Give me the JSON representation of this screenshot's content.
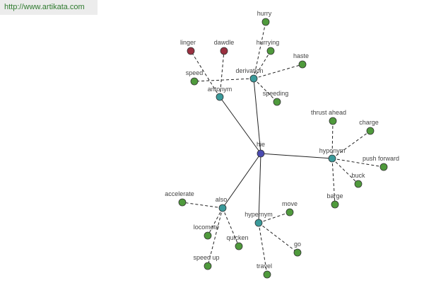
{
  "source_link": "http://www.artikata.com",
  "colors": {
    "center": "#4a4ab0",
    "relation": "#3a9a9a",
    "word": "#4f9a3c",
    "antonym_word": "#9a3040"
  },
  "graph": {
    "center": {
      "id": "hie",
      "label": "hie"
    },
    "relations": [
      {
        "id": "antonym",
        "label": "antonym"
      },
      {
        "id": "derivation",
        "label": "derivation"
      },
      {
        "id": "hyponym",
        "label": "hyponym"
      },
      {
        "id": "also",
        "label": "also"
      },
      {
        "id": "hypernym",
        "label": "hypernym"
      }
    ],
    "words": [
      {
        "id": "linger",
        "label": "linger",
        "relation": "antonym",
        "kind": "antonym_word"
      },
      {
        "id": "dawdle",
        "label": "dawdle",
        "relation": "antonym",
        "kind": "antonym_word"
      },
      {
        "id": "speed",
        "label": "speed",
        "relation": "derivation",
        "kind": "word"
      },
      {
        "id": "hurry",
        "label": "hurry",
        "relation": "derivation",
        "kind": "word"
      },
      {
        "id": "hurrying",
        "label": "hurrying",
        "relation": "derivation",
        "kind": "word"
      },
      {
        "id": "haste",
        "label": "haste",
        "relation": "derivation",
        "kind": "word"
      },
      {
        "id": "speeding",
        "label": "speeding",
        "relation": "derivation",
        "kind": "word"
      },
      {
        "id": "thrust_ahead",
        "label": "thrust ahead",
        "relation": "hyponym",
        "kind": "word"
      },
      {
        "id": "charge",
        "label": "charge",
        "relation": "hyponym",
        "kind": "word"
      },
      {
        "id": "push_forward",
        "label": "push forward",
        "relation": "hyponym",
        "kind": "word"
      },
      {
        "id": "buck",
        "label": "buck",
        "relation": "hyponym",
        "kind": "word"
      },
      {
        "id": "barge",
        "label": "barge",
        "relation": "hyponym",
        "kind": "word"
      },
      {
        "id": "accelerate",
        "label": "accelerate",
        "relation": "also",
        "kind": "word"
      },
      {
        "id": "locomote",
        "label": "locomote",
        "relation": "also",
        "kind": "word"
      },
      {
        "id": "quicken",
        "label": "quicken",
        "relation": "also",
        "kind": "word"
      },
      {
        "id": "speed_up",
        "label": "speed up",
        "relation": "also",
        "kind": "word"
      },
      {
        "id": "move",
        "label": "move",
        "relation": "hypernym",
        "kind": "word"
      },
      {
        "id": "go",
        "label": "go",
        "relation": "hypernym",
        "kind": "word"
      },
      {
        "id": "travel",
        "label": "travel",
        "relation": "hypernym",
        "kind": "word"
      }
    ]
  }
}
